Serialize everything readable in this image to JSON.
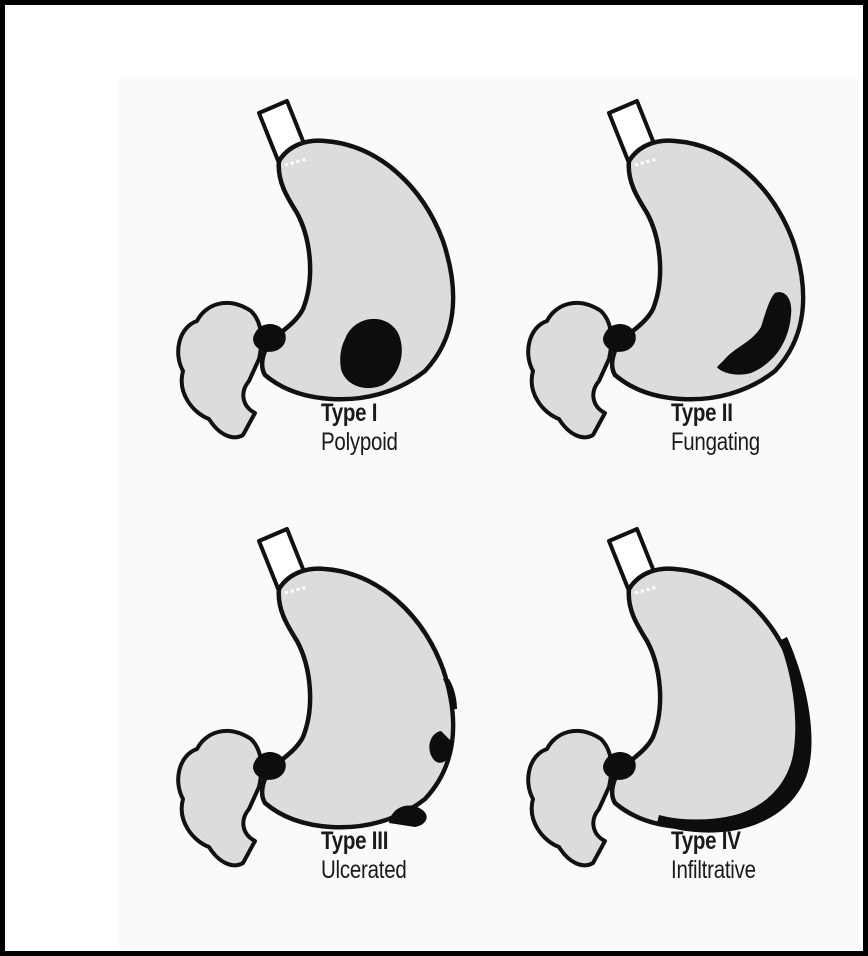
{
  "colors": {
    "organ_fill": "#dcdcdc",
    "outline": "#111111",
    "tumor": "#0d0d0d",
    "panel_bg": "#fafafa"
  },
  "types": [
    {
      "type_label": "Type I",
      "description": "Polypoid"
    },
    {
      "type_label": "Type II",
      "description": "Fungating"
    },
    {
      "type_label": "Type III",
      "description": "Ulcerated"
    },
    {
      "type_label": "Type IV",
      "description": "Infiltrative"
    }
  ]
}
